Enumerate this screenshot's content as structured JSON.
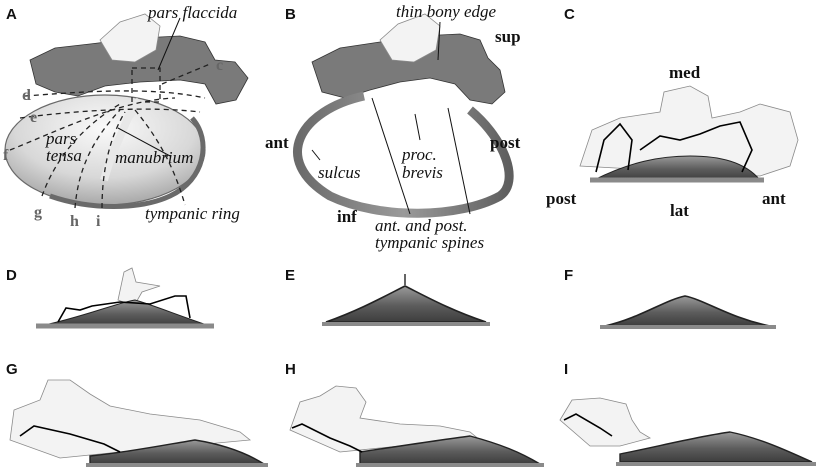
{
  "panels": {
    "A": "A",
    "B": "B",
    "C": "C",
    "D": "D",
    "E": "E",
    "F": "F",
    "G": "G",
    "H": "H",
    "I": "I"
  },
  "panelA": {
    "pars_flaccida": "pars flaccida",
    "c": "c",
    "d": "d",
    "e": "e",
    "f": "f",
    "g": "g",
    "h": "h",
    "i": "i",
    "pars": "pars",
    "tensa": "tensa",
    "manubrium": "manubrium",
    "tympanic_ring": "tympanic ring"
  },
  "panelB": {
    "thin_bony_edge": "thin bony edge",
    "sup": "sup",
    "ant": "ant",
    "post": "post",
    "inf": "inf",
    "sulcus": "sulcus",
    "proc": "proc.",
    "brevis": "brevis",
    "spines_line1": "ant. and post.",
    "spines_line2": "tympanic spines"
  },
  "panelC": {
    "med": "med",
    "post": "post",
    "lat": "lat",
    "ant": "ant"
  }
}
